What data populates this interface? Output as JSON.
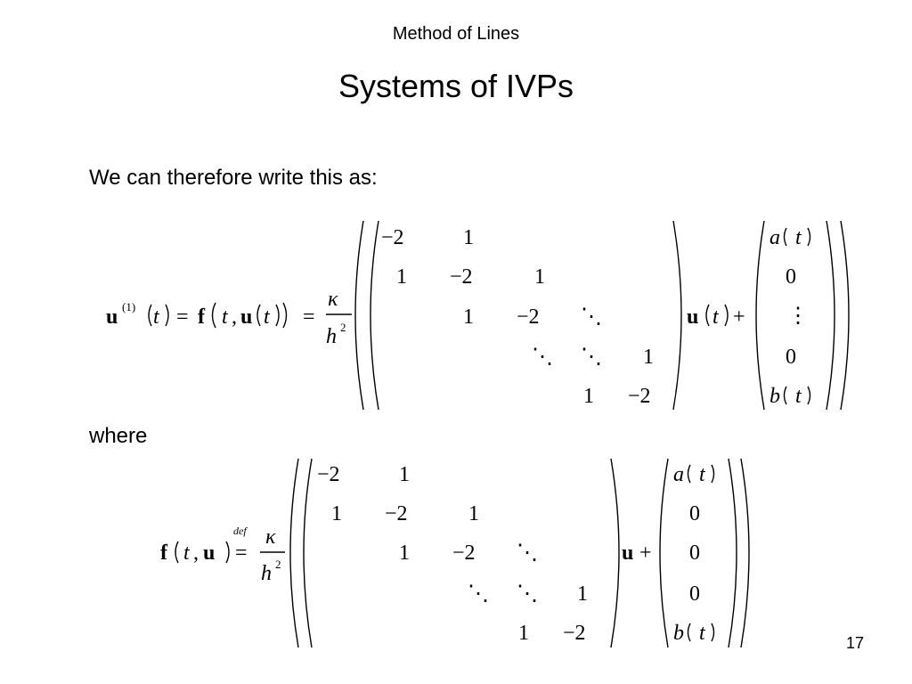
{
  "slide": {
    "header": "Method of Lines",
    "title": "Systems of IVPs",
    "intro": "We can therefore write this as:",
    "where": "where",
    "page_number": "17"
  },
  "equation1": {
    "lhs_u": "u",
    "lhs_sup": "(1)",
    "t": "t",
    "equals": "=",
    "f": "f",
    "comma": ",",
    "kappa": "κ",
    "h": "h",
    "h_exp": "2",
    "plus": "+",
    "matrix": {
      "row1": [
        "−2",
        "1"
      ],
      "row2": [
        "1",
        "−2",
        "1"
      ],
      "row3": [
        "1",
        "−2",
        "⋱"
      ],
      "row4": [
        "⋱",
        "⋱",
        "1"
      ],
      "row5": [
        "1",
        "−2"
      ]
    },
    "vector": [
      "a",
      "0",
      "⋮",
      "0",
      "b"
    ]
  },
  "equation2": {
    "f": "f",
    "t": "t",
    "comma": ",",
    "u": "u",
    "def": "def",
    "equals": "=",
    "kappa": "κ",
    "h": "h",
    "h_exp": "2",
    "plus": "+",
    "matrix": {
      "row1": [
        "−2",
        "1"
      ],
      "row2": [
        "1",
        "−2",
        "1"
      ],
      "row3": [
        "1",
        "−2",
        "⋱"
      ],
      "row4": [
        "⋱",
        "⋱",
        "1"
      ],
      "row5": [
        "1",
        "−2"
      ]
    },
    "vector": [
      "a",
      "0",
      "0",
      "0",
      "b"
    ]
  }
}
